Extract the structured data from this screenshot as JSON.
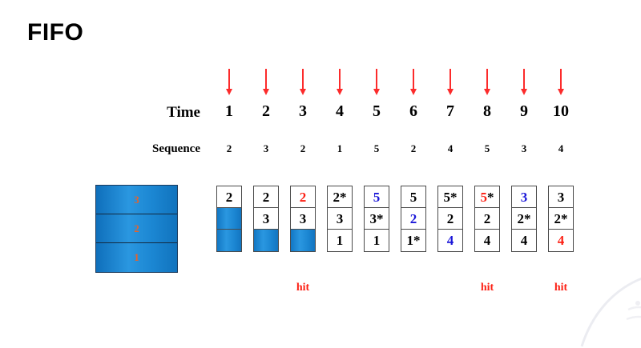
{
  "slide": {
    "title": "FIFO"
  },
  "labels": {
    "time": "Time",
    "sequence": "Sequence",
    "hit": "hit"
  },
  "colors": {
    "arrow_red": "#fc2b2b",
    "hit_red": "#fc1f13",
    "value_red": "#fc1f13",
    "value_blue": "#1b17d8",
    "value_black": "#000000",
    "frame_blue_fill": "#2a97e0",
    "memory_label_orange": "#e8622a"
  },
  "memory_stack": {
    "frames": [
      "3",
      "2",
      "1"
    ]
  },
  "table": {
    "times": [
      "1",
      "2",
      "3",
      "4",
      "5",
      "6",
      "7",
      "8",
      "9",
      "10"
    ],
    "sequence": [
      "2",
      "3",
      "2",
      "1",
      "5",
      "2",
      "4",
      "5",
      "3",
      "4"
    ],
    "columns": [
      {
        "time": "1",
        "hit": "",
        "cells": [
          {
            "value": "2",
            "star": "",
            "color": "black",
            "filled": false
          },
          {
            "value": "",
            "star": "",
            "color": "black",
            "filled": true
          },
          {
            "value": "",
            "star": "",
            "color": "black",
            "filled": true
          }
        ]
      },
      {
        "time": "2",
        "hit": "",
        "cells": [
          {
            "value": "2",
            "star": "",
            "color": "black",
            "filled": false
          },
          {
            "value": "3",
            "star": "",
            "color": "black",
            "filled": false
          },
          {
            "value": "",
            "star": "",
            "color": "black",
            "filled": true
          }
        ]
      },
      {
        "time": "3",
        "hit": "hit",
        "cells": [
          {
            "value": "2",
            "star": "",
            "color": "red",
            "filled": false
          },
          {
            "value": "3",
            "star": "",
            "color": "black",
            "filled": false
          },
          {
            "value": "",
            "star": "",
            "color": "black",
            "filled": true
          }
        ]
      },
      {
        "time": "4",
        "hit": "",
        "cells": [
          {
            "value": "2",
            "star": "*",
            "color": "black",
            "filled": false
          },
          {
            "value": "3",
            "star": "",
            "color": "black",
            "filled": false
          },
          {
            "value": "1",
            "star": "",
            "color": "black",
            "filled": false
          }
        ]
      },
      {
        "time": "5",
        "hit": "",
        "cells": [
          {
            "value": "5",
            "star": "",
            "color": "blue",
            "filled": false
          },
          {
            "value": "3",
            "star": "*",
            "color": "black",
            "filled": false
          },
          {
            "value": "1",
            "star": "",
            "color": "black",
            "filled": false
          }
        ]
      },
      {
        "time": "6",
        "hit": "",
        "cells": [
          {
            "value": "5",
            "star": "",
            "color": "black",
            "filled": false
          },
          {
            "value": "2",
            "star": "",
            "color": "blue",
            "filled": false
          },
          {
            "value": "1",
            "star": "*",
            "color": "black",
            "filled": false
          }
        ]
      },
      {
        "time": "7",
        "hit": "",
        "cells": [
          {
            "value": "5",
            "star": "*",
            "color": "black",
            "filled": false
          },
          {
            "value": "2",
            "star": "",
            "color": "black",
            "filled": false
          },
          {
            "value": "4",
            "star": "",
            "color": "blue",
            "filled": false
          }
        ]
      },
      {
        "time": "8",
        "hit": "hit",
        "cells": [
          {
            "value": "5",
            "star": "*",
            "color": "red",
            "filled": false
          },
          {
            "value": "2",
            "star": "",
            "color": "black",
            "filled": false
          },
          {
            "value": "4",
            "star": "",
            "color": "black",
            "filled": false
          }
        ]
      },
      {
        "time": "9",
        "hit": "",
        "cells": [
          {
            "value": "3",
            "star": "",
            "color": "blue",
            "filled": false
          },
          {
            "value": "2",
            "star": "*",
            "color": "black",
            "filled": false
          },
          {
            "value": "4",
            "star": "",
            "color": "black",
            "filled": false
          }
        ]
      },
      {
        "time": "10",
        "hit": "hit",
        "cells": [
          {
            "value": "3",
            "star": "",
            "color": "black",
            "filled": false
          },
          {
            "value": "2",
            "star": "*",
            "color": "black",
            "filled": false
          },
          {
            "value": "4",
            "star": "",
            "color": "red",
            "filled": false
          }
        ]
      }
    ]
  }
}
